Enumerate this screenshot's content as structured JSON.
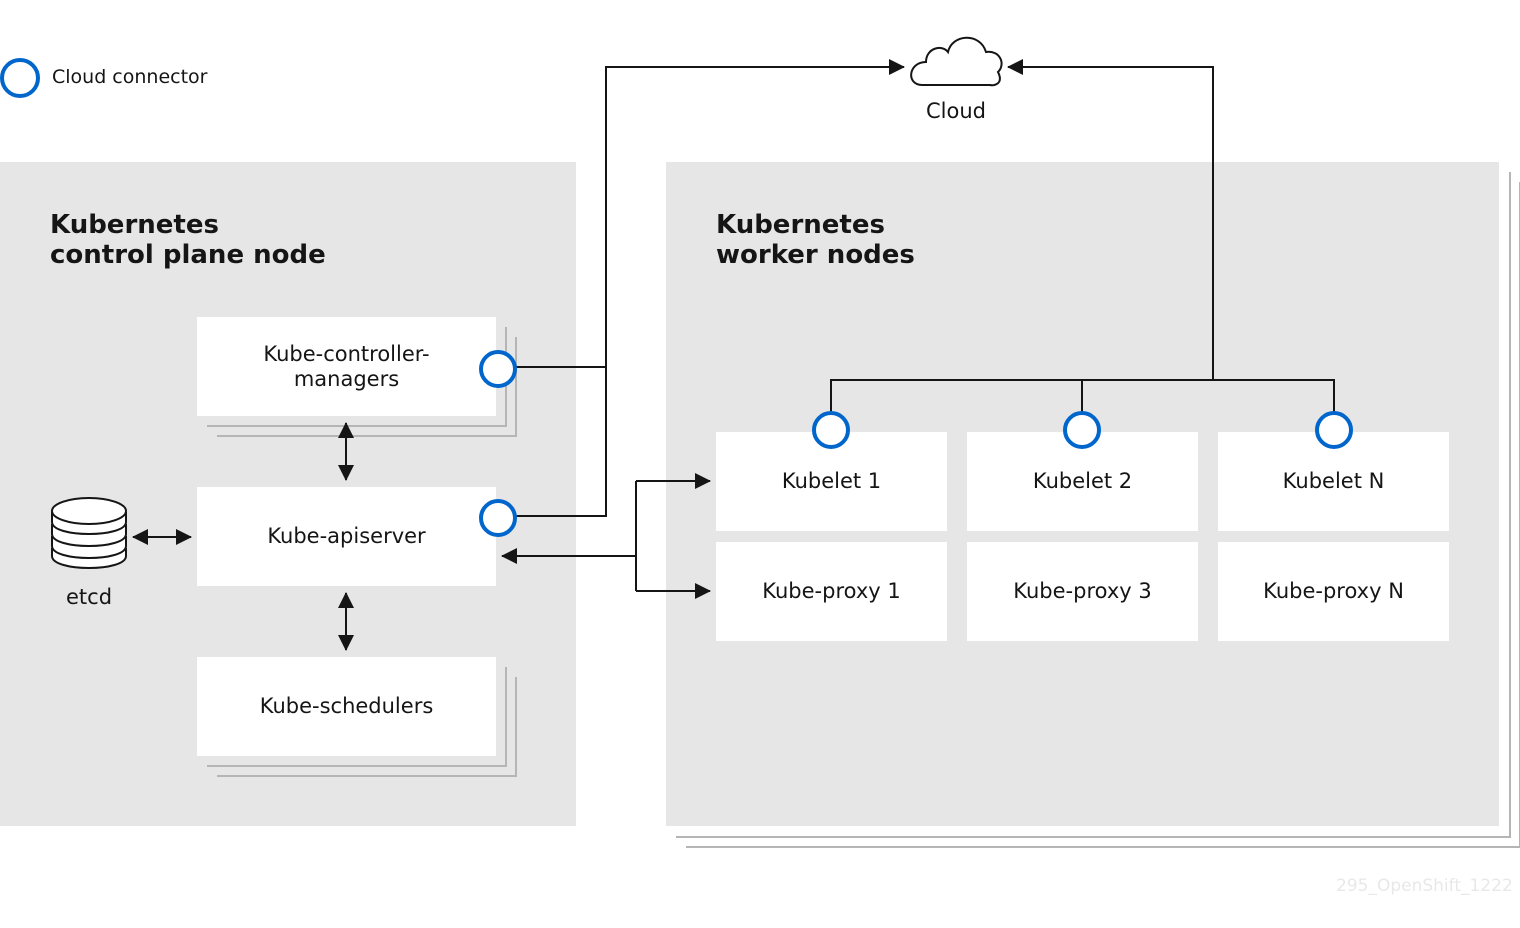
{
  "legend": {
    "cloud_connector": "Cloud connector"
  },
  "cloud": {
    "label": "Cloud",
    "icon": "cloud-icon"
  },
  "control_plane": {
    "title": "Kubernetes\ncontrol plane node",
    "controller_managers": "Kube-controller-\nmanagers",
    "apiserver": "Kube-apiserver",
    "schedulers": "Kube-schedulers",
    "etcd": "etcd"
  },
  "workers": {
    "title": "Kubernetes\nworker nodes",
    "kubelets": [
      "Kubelet 1",
      "Kubelet 2",
      "Kubelet N"
    ],
    "proxies": [
      "Kube-proxy 1",
      "Kube-proxy 3",
      "Kube-proxy N"
    ]
  },
  "watermark": "295_OpenShift_1222",
  "colors": {
    "connector": "#0066cc",
    "panel": "#e6e6e6",
    "line": "#151515"
  }
}
